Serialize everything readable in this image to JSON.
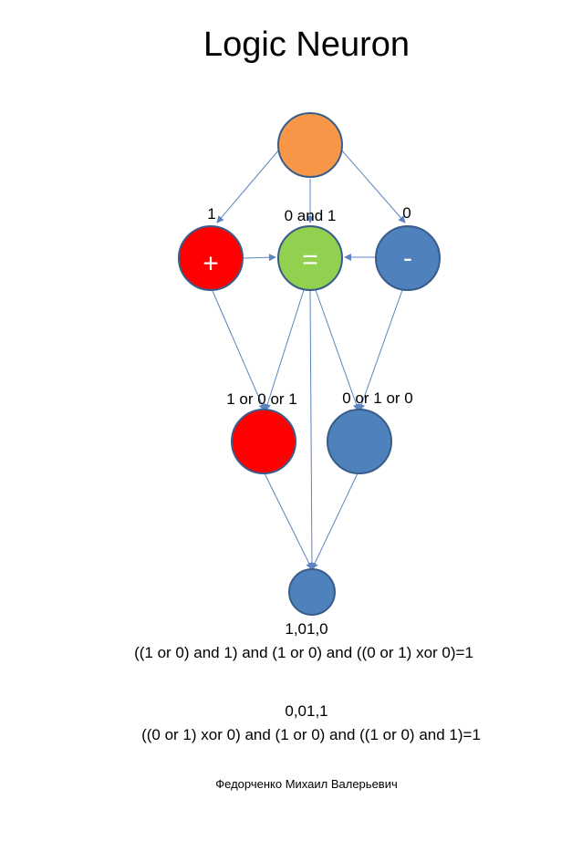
{
  "title": "Logic Neuron",
  "colors": {
    "top": "#f79646",
    "plus": "#ff0000",
    "equal": "#92d050",
    "minus": "#4f81bd",
    "mid_left": "#ff0000",
    "mid_right": "#4f81bd",
    "bottom": "#4f81bd",
    "stroke": "#385d8a",
    "arrow": "#5b85c0"
  },
  "nodes": {
    "plus_symbol": "+",
    "equal_symbol": "=",
    "minus_symbol": "-"
  },
  "edge_labels": {
    "to_plus": "1",
    "to_equal": "0 and 1",
    "to_minus": "0",
    "to_mid_left": "1 or 0 or 1",
    "to_mid_right": "0 or 1 or 0"
  },
  "formulas": {
    "first_result": "1,01,0",
    "first_expression": "((1 or 0) and 1) and (1 or 0) and ((0 or 1) xor 0)=1",
    "second_result": "0,01,1",
    "second_expression": "((0 or 1) xor 0) and (1 or 0) and ((1 or 0) and 1)=1"
  },
  "author": "Федорченко Михаил Валерьевич"
}
